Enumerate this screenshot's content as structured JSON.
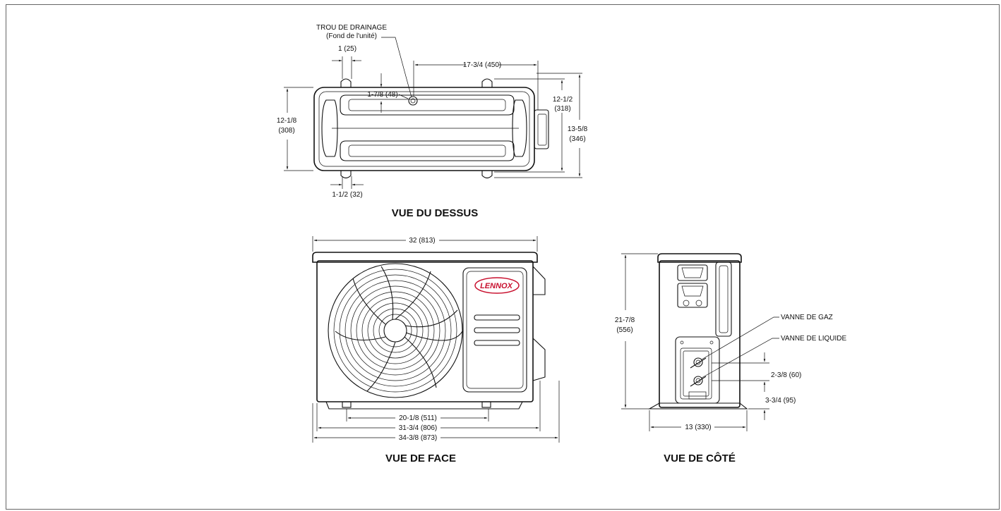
{
  "views": {
    "top": "VUE DU DESSUS",
    "front": "VUE DE FACE",
    "side": "VUE DE CÔTÉ"
  },
  "labels": {
    "drain_hole": "TROU DE DRAINAGE",
    "drain_hole_sub": "(Fond de l'unité)",
    "gas_valve": "VANNE DE GAZ",
    "liquid_valve": "VANNE DE LIQUIDE",
    "brand": "LENNOX"
  },
  "dims": {
    "d1": "1 (25)",
    "d2": "17-3/4 (450)",
    "d3": "1-7/8 (48)",
    "d4a": "12-1/2",
    "d4b": "(318)",
    "d5a": "12-1/8",
    "d5b": "(308)",
    "d6a": "13-5/8",
    "d6b": "(346)",
    "d7": "1-1/2 (32)",
    "d8": "32 (813)",
    "d9": "20-1/8 (511)",
    "d10": "31-3/4 (806)",
    "d11": "34-3/8 (873)",
    "d12a": "21-7/8",
    "d12b": "(556)",
    "d13": "2-3/8 (60)",
    "d14": "3-3/4 (95)",
    "d15": "13 (330)"
  }
}
